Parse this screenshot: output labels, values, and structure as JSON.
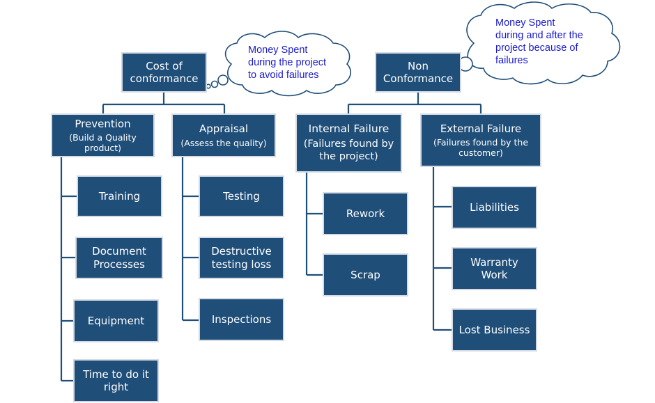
{
  "conformance": {
    "title": "Cost of\nconformance",
    "note": "Money Spent\nduring the project\nto avoid failures",
    "prevention": {
      "title": "Prevention",
      "subtitle": "(Build a Quality product)",
      "items": [
        "Training",
        "Document Processes",
        "Equipment",
        "Time to do it right"
      ]
    },
    "appraisal": {
      "title": "Appraisal",
      "subtitle": "(Assess the quality)",
      "items": [
        "Testing",
        "Destructive testing loss",
        "Inspections"
      ]
    }
  },
  "nonconformance": {
    "title": "Non\nConformance",
    "note": "Money Spent\nduring and after the\nproject  because of\nfailures",
    "internal": {
      "title": "Internal Failure",
      "subtitle": "(Failures found by the project)",
      "items": [
        "Rework",
        "Scrap"
      ]
    },
    "external": {
      "title": "External Failure",
      "subtitle": "(Failures found by the customer)",
      "items": [
        "Liabilities",
        "Warranty Work",
        "Lost Business"
      ]
    }
  },
  "colors": {
    "box": "#1F4E79",
    "connector": "#1F4E79",
    "note_text": "#1a1acc"
  }
}
